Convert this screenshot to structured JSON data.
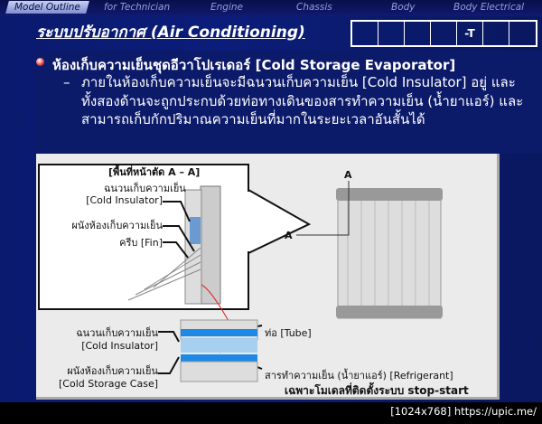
{
  "nav": {
    "tabs": [
      "Model Outline",
      "for Technician",
      "Engine",
      "Chassis",
      "Body",
      "Body Electrical"
    ],
    "active": "Model Outline"
  },
  "header": {
    "title": "ระบบปรับอากาศ (Air Conditioning)",
    "boxes": [
      "",
      "",
      "",
      "",
      "-T",
      "",
      ""
    ]
  },
  "bullet": {
    "heading": "ห้องเก็บความเย็นชุดอีวาโปเรเดอร์ [Cold Storage Evaporator]",
    "dash": "–",
    "text": "ภายในห้องเก็บความเย็นจะมีฉนวนเก็บความเย็น [Cold Insulator] อยู่ และทั้งสองด้านจะถูกประกบด้วยท่อทางเดินของสารทำความเย็น (น้ำยาแอร์) และสามารถเก็บกักปริมาณความเย็นที่มากในระยะเวลาอันสั้นได้"
  },
  "diagram": {
    "section_title": "[พื้นที่หน้าตัด A – A]",
    "insulator_th": "ฉนวนเก็บความเย็น",
    "insulator_en": "[Cold Insulator]",
    "wall_th": "ผนังห้องเก็บความเย็น",
    "fin": "ครีบ [Fin]",
    "marker_a1": "A",
    "marker_a2": "A",
    "insulator2_th": "ฉนวนเก็บความเย็น",
    "insulator2_en": "[Cold Insulator]",
    "case_th": "ผนังห้องเก็บความเย็น",
    "case_en": "[Cold Storage Case]",
    "tube": "ท่อ [Tube]",
    "refrigerant": "สารทำความเย็น (น้ำยาแอร์) [Refrigerant]",
    "note": "เฉพาะโมเดลที่ติดตั้งระบบ stop-start"
  },
  "watermark": "[1024x768] https://upic.me/",
  "colors": {
    "background": "#0b1d7a",
    "insulator": "#6a9ad0",
    "refrigerant": "#1e88e5",
    "leader_red": "#e02020"
  }
}
